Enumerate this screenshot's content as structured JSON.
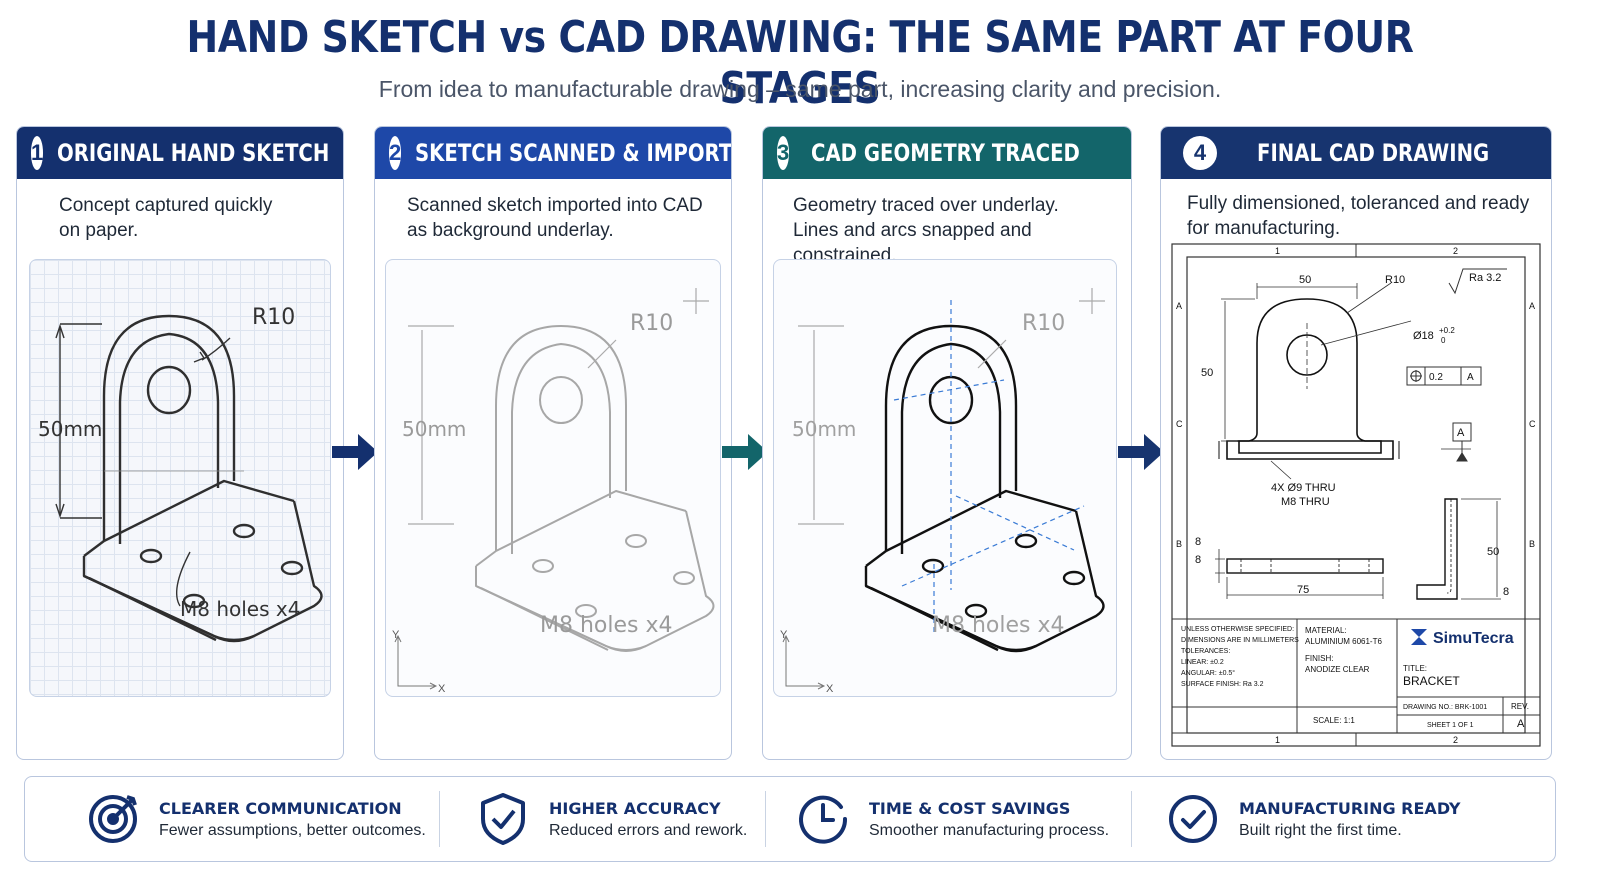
{
  "title": "HAND SKETCH vs CAD DRAWING: THE SAME PART AT FOUR STAGES",
  "subtitle": "From idea to manufacturable drawing – same part, increasing clarity and precision.",
  "colors": {
    "navy": "#14306e",
    "blue": "#1e48a8",
    "teal": "#13656a",
    "navy2": "#17346f"
  },
  "panels": [
    {
      "number": "1",
      "title": "ORIGINAL HAND SKETCH",
      "desc1": "Concept captured quickly",
      "desc2": "on paper.",
      "label_radius": "R10",
      "label_height": "50mm",
      "label_holes": "M8 holes x4"
    },
    {
      "number": "2",
      "title": "SKETCH SCANNED & IMPORTED",
      "desc1": "Scanned sketch imported into CAD",
      "desc2": "as background underlay.",
      "label_radius": "R10",
      "label_height": "50mm",
      "label_holes": "M8 holes x4",
      "axis_y": "Y",
      "axis_x": "X"
    },
    {
      "number": "3",
      "title": "CAD GEOMETRY TRACED",
      "desc1": "Geometry traced over underlay.",
      "desc2": "Lines and arcs snapped and constrained.",
      "label_radius": "R10",
      "label_height": "50mm",
      "label_holes": "M8 holes x4",
      "axis_y": "Y",
      "axis_x": "X"
    },
    {
      "number": "4",
      "title": "FINAL CAD DRAWING",
      "desc1": "Fully dimensioned, toleranced and ready",
      "desc2": "for manufacturing."
    }
  ],
  "drawing": {
    "zone_top": [
      "1",
      "2"
    ],
    "zone_side": [
      "A",
      "C",
      "B"
    ],
    "dim_width": "50",
    "dim_radius": "R10",
    "dim_height": "50",
    "hole_dia": "Ø18",
    "hole_tol_upper": "+0.2",
    "hole_tol_lower": "0",
    "finish_symbol": "Ra 3.2",
    "fcf_tol": "0.2",
    "fcf_datum": "A",
    "datum_label": "A",
    "holes_note1": "4X Ø9 THRU",
    "holes_note2": "M8 THRU",
    "dim_thk1": "8",
    "dim_thk2": "8",
    "dim_length": "75",
    "dim_side_height": "50",
    "dim_side_thk": "8",
    "tb_notes": [
      "UNLESS OTHERWISE SPECIFIED:",
      "DIMENSIONS ARE IN MILLIMETERS",
      "TOLERANCES:",
      "LINEAR:      ±0.2",
      "ANGULAR:    ±0.5°",
      "SURFACE FINISH: Ra 3.2"
    ],
    "tb_material_label": "MATERIAL:",
    "tb_material": "ALUMINIUM 6061-T6",
    "tb_finish_label": "FINISH:",
    "tb_finish": "ANODIZE CLEAR",
    "tb_scale": "SCALE: 1:1",
    "tb_brand": "SimuTecra",
    "tb_title_label": "TITLE:",
    "tb_title": "BRACKET",
    "tb_drawing_no": "DRAWING NO.: BRK-1001",
    "tb_sheet": "SHEET 1 OF 1",
    "tb_rev_label": "REV.",
    "tb_rev": "A"
  },
  "benefits": [
    {
      "icon": "target-icon",
      "title": "CLEARER COMMUNICATION",
      "text": "Fewer assumptions, better outcomes."
    },
    {
      "icon": "shield-check-icon",
      "title": "HIGHER ACCURACY",
      "text": "Reduced errors and rework."
    },
    {
      "icon": "clock-icon",
      "title": "TIME & COST SAVINGS",
      "text": "Smoother manufacturing process."
    },
    {
      "icon": "check-circle-icon",
      "title": "MANUFACTURING READY",
      "text": "Built right the first time."
    }
  ]
}
